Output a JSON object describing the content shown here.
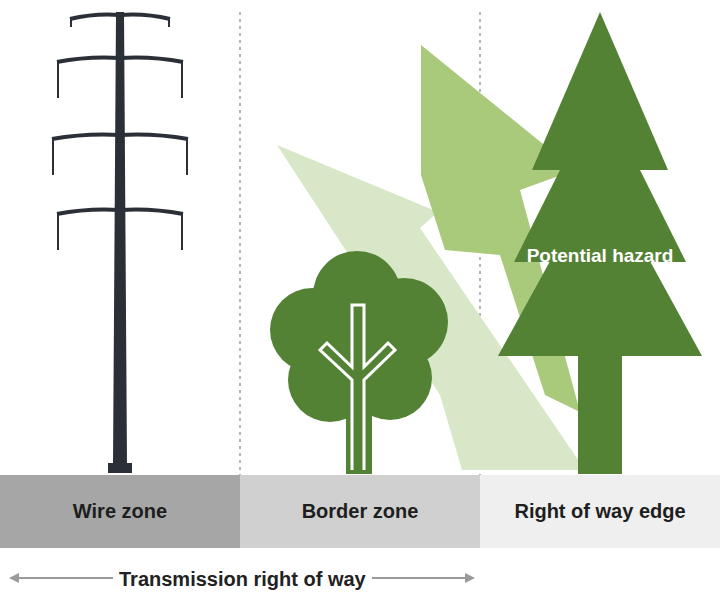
{
  "diagram": {
    "nodes": [
      {
        "text": [
          "Potential hazard"
        ]
      },
      {
        "text": [
          "Wire zone"
        ]
      },
      {
        "text": [
          "Border zone"
        ]
      },
      {
        "text": [
          "Right of way edge"
        ]
      }
    ],
    "labels": [
      "Transmission right of way"
    ]
  }
}
